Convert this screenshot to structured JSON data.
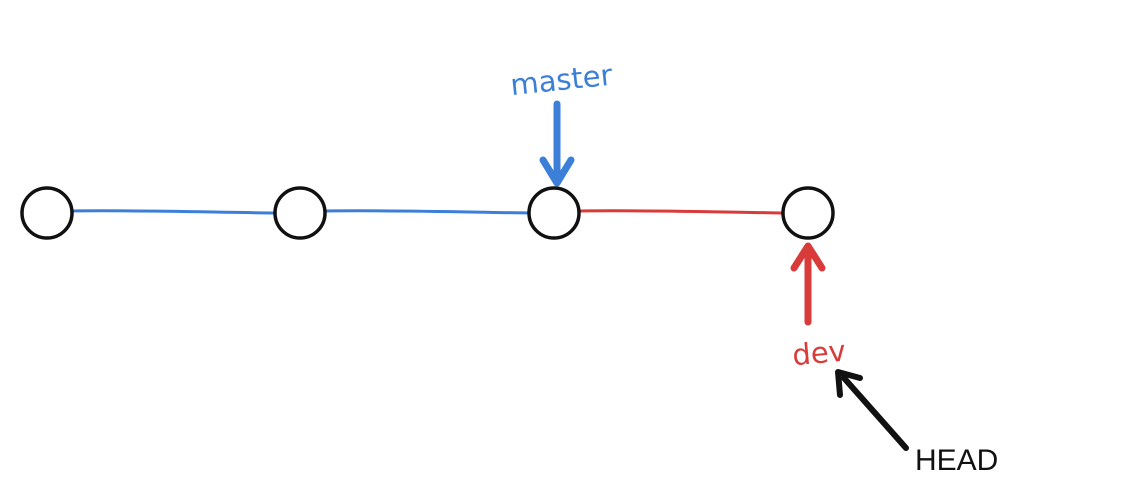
{
  "colors": {
    "master_branch": "#3b7fd9",
    "dev_branch": "#d93a3a",
    "head_pointer": "#111111",
    "commit_stroke": "#111111",
    "commit_fill": "#ffffff"
  },
  "commits": [
    "commit-1",
    "commit-2",
    "commit-3",
    "commit-4"
  ],
  "labels": {
    "master": "master",
    "dev": "dev",
    "head": "HEAD"
  }
}
